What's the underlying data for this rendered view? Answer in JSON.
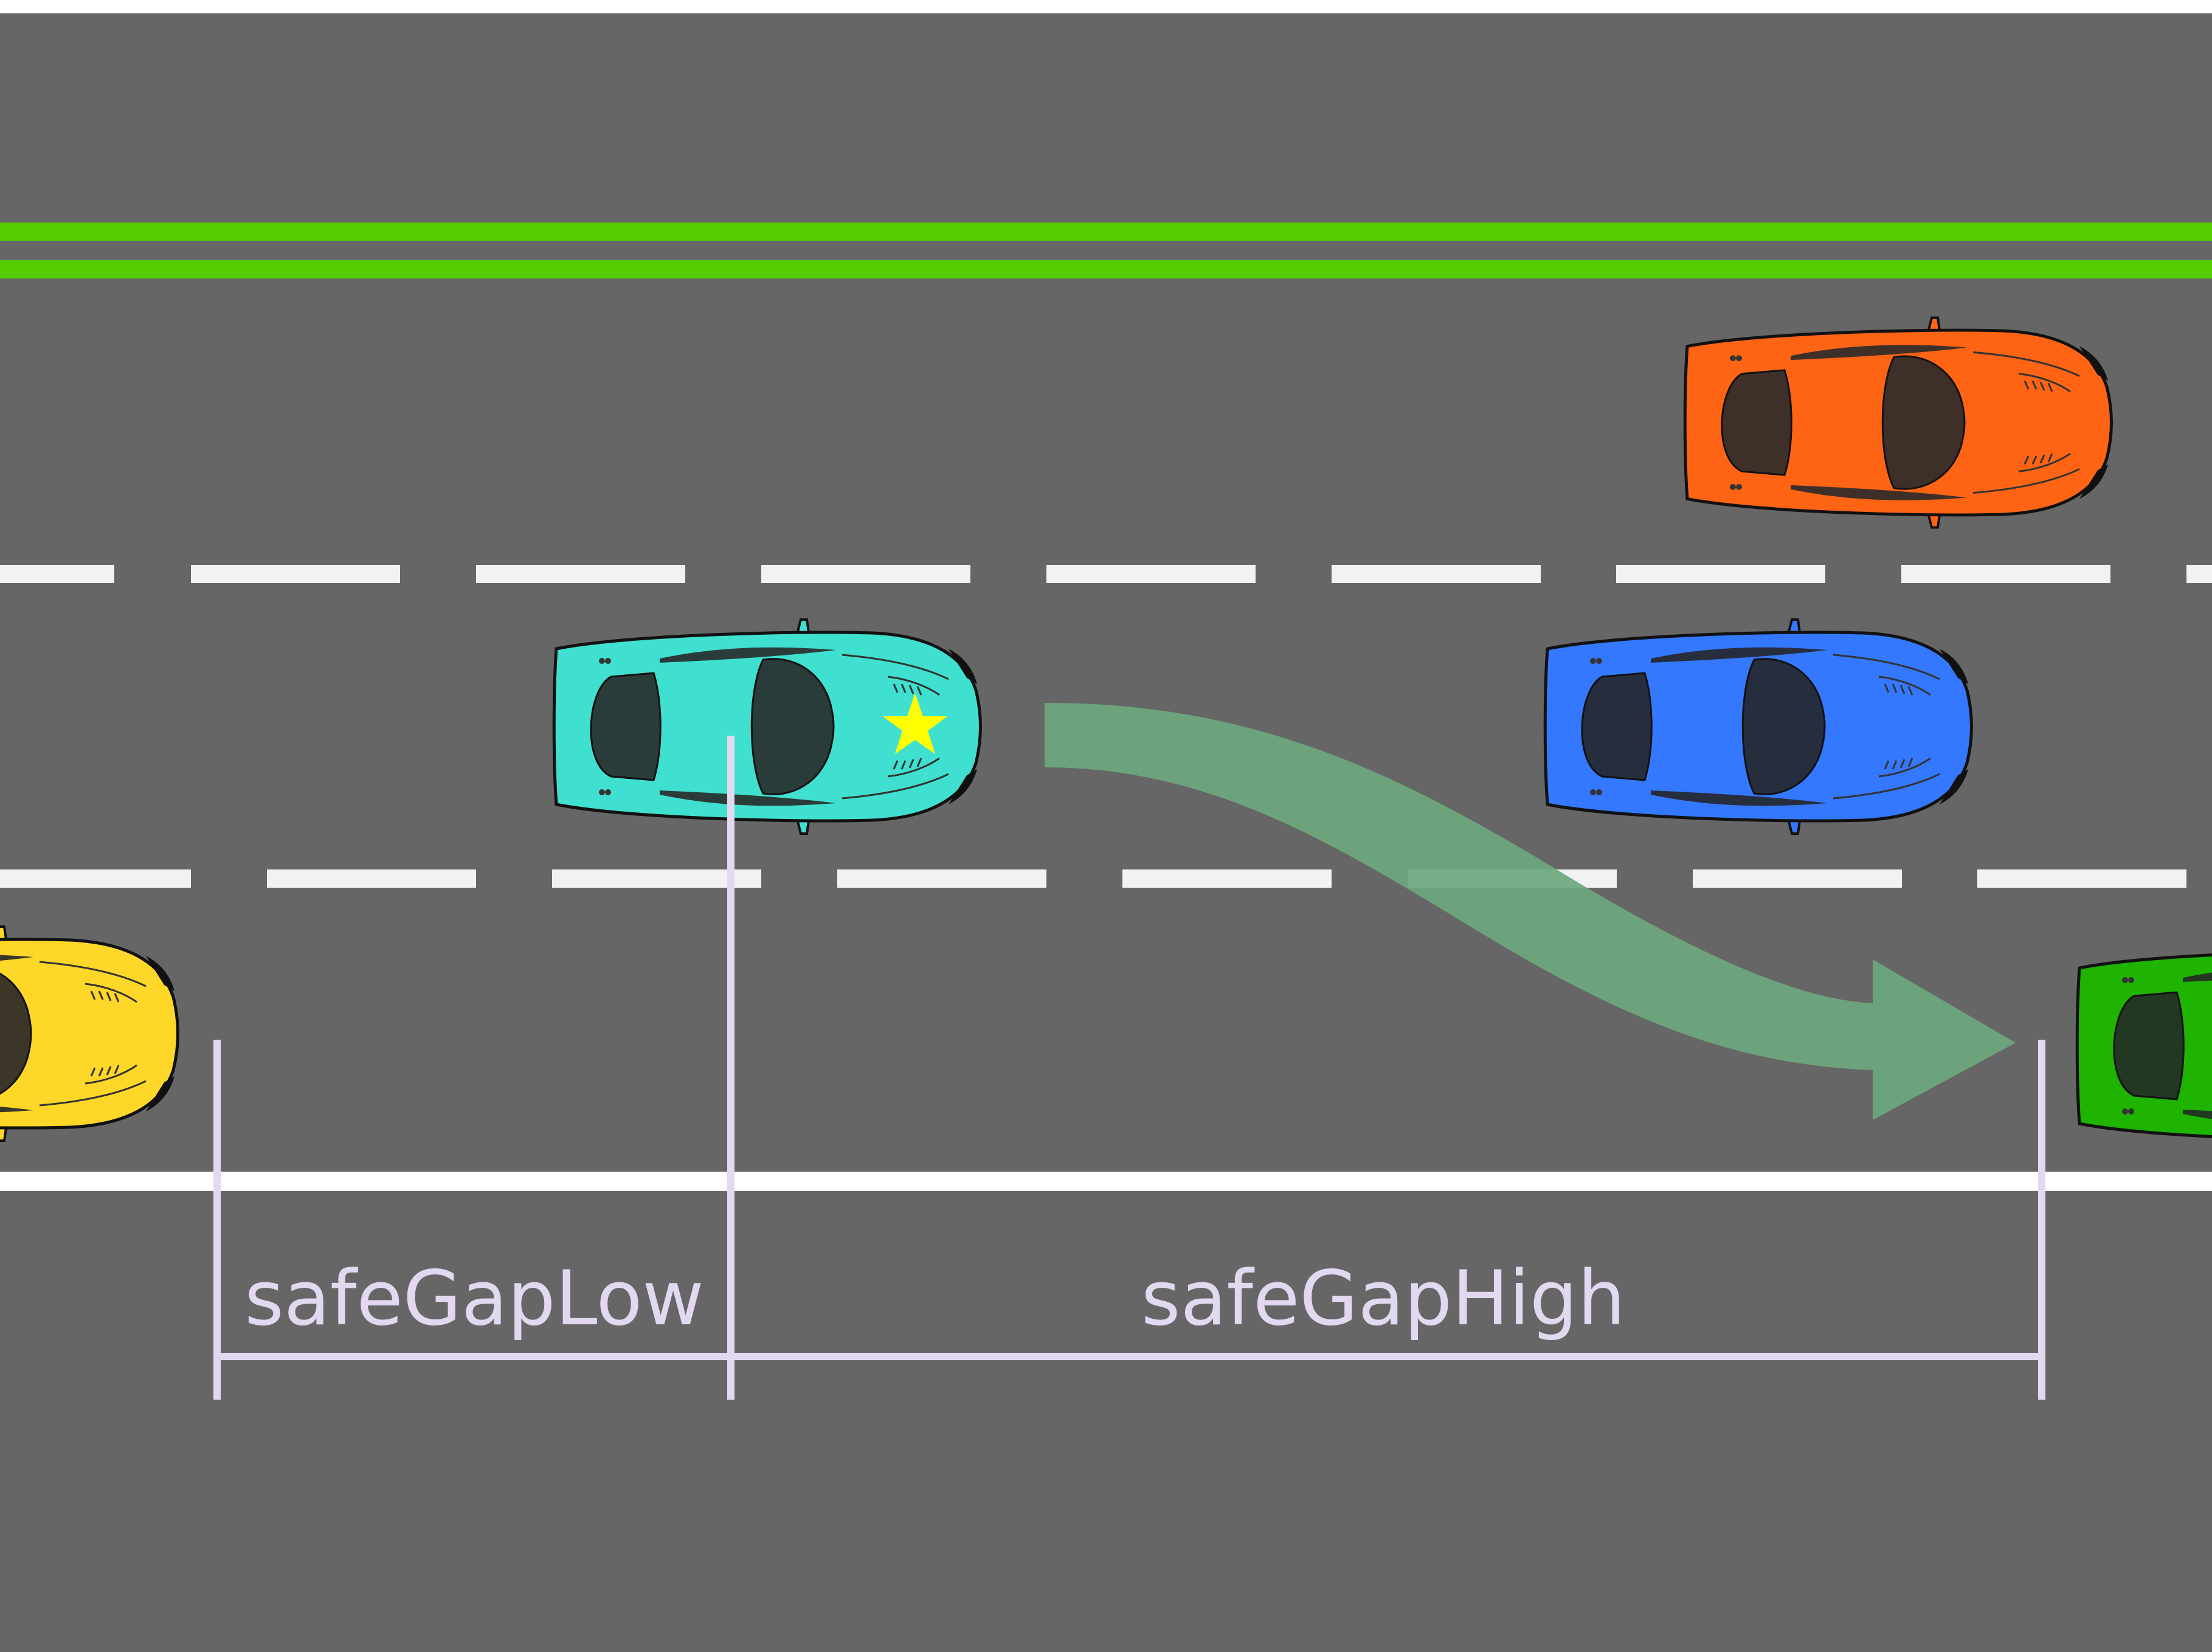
{
  "labels": {
    "gap_low": "safeGapLow",
    "gap_high": "safeGapHigh"
  },
  "colors": {
    "road": "#666666",
    "border": "#ffffff",
    "barrier": "#55cc00",
    "lane_marking": "#f2f2f2",
    "measure": "#e2d8f0",
    "arrow": "#6ea87e",
    "star": "#ffff00"
  },
  "cars": [
    {
      "name": "ego-car",
      "role": "ego",
      "body": "#40e0d0",
      "glass": "#2a3c3a",
      "star": true
    },
    {
      "name": "orange-car",
      "role": "other",
      "body": "#ff6414",
      "glass": "#3e3028"
    },
    {
      "name": "blue-car",
      "role": "other",
      "body": "#3478ff",
      "glass": "#262e3e"
    },
    {
      "name": "yellow-car",
      "role": "rear-target-lane",
      "body": "#ffd728",
      "glass": "#3c3628"
    },
    {
      "name": "green-car",
      "role": "front-target-lane",
      "body": "#1eb400",
      "glass": "#233823"
    }
  ],
  "icons": {
    "lane_change_arrow": "curved-arrow-icon",
    "ego_marker": "star-icon"
  }
}
